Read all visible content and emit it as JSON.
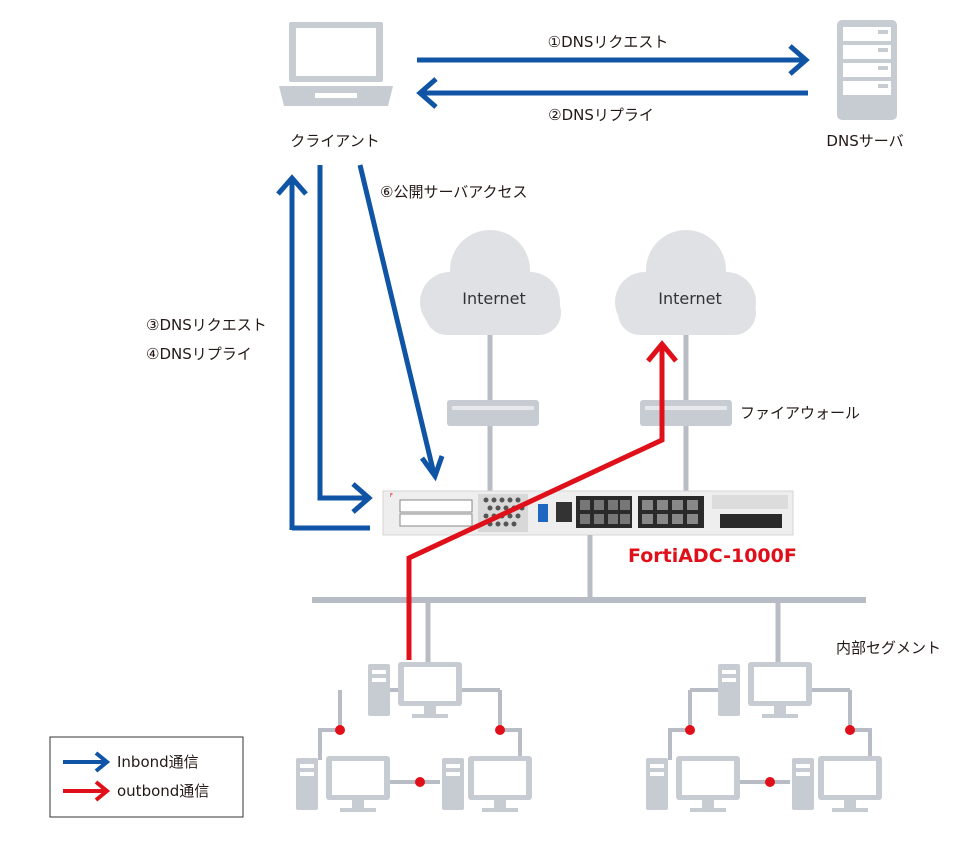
{
  "colors": {
    "inbound": "#1055a5",
    "outbound": "#e0101a",
    "device_gray": "#c7cbd2",
    "line_gray": "#b8bcc4",
    "cloud": "#dfe1e5"
  },
  "nodes": {
    "client": "クライアント",
    "dns_server": "DNSサーバ",
    "internet_left": "Internet",
    "internet_right": "Internet",
    "firewall": "ファイアウォール",
    "adc": "FortiADC-1000F",
    "internal_segment": "内部セグメント"
  },
  "flows": {
    "step1": "①DNSリクエスト",
    "step2": "②DNSリプライ",
    "step3": "③DNSリクエスト",
    "step4": "④DNSリプライ",
    "step6": "⑥公開サーバアクセス"
  },
  "legend": {
    "inbound": "Inbond通信",
    "outbound": "outbond通信"
  }
}
